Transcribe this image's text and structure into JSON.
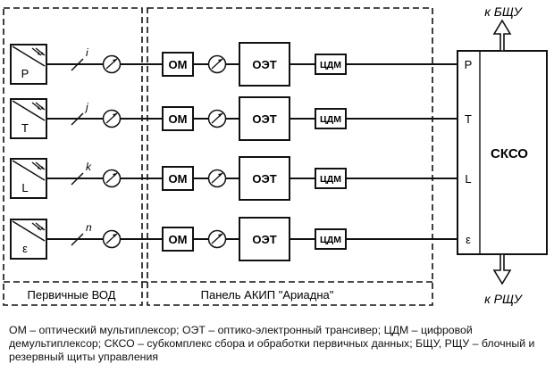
{
  "sensors": [
    {
      "letter": "P",
      "label": "i"
    },
    {
      "letter": "T",
      "label": "j"
    },
    {
      "letter": "L",
      "label": "k"
    },
    {
      "letter": "ε",
      "label": "n"
    }
  ],
  "blocks": {
    "om": "ОМ",
    "oet": "ОЭТ",
    "cdm": "ЦДМ",
    "skso": "СКСО"
  },
  "skso_inputs": [
    "P",
    "T",
    "L",
    "ε"
  ],
  "arrows": {
    "top": "к БЩУ",
    "bottom": "к РЩУ"
  },
  "regions": {
    "left": "Первичные ВОД",
    "right": "Панель АКИП \"Ариадна\""
  },
  "caption": "ОМ – оптический мультиплексор; ОЭТ – оптико-электронный трансивер; ЦДМ – цифровой демультиплексор; СКСО – субкомплекс сбора и обработки первичных данных; БЩУ, РЩУ – блочный и резервный щиты управления"
}
